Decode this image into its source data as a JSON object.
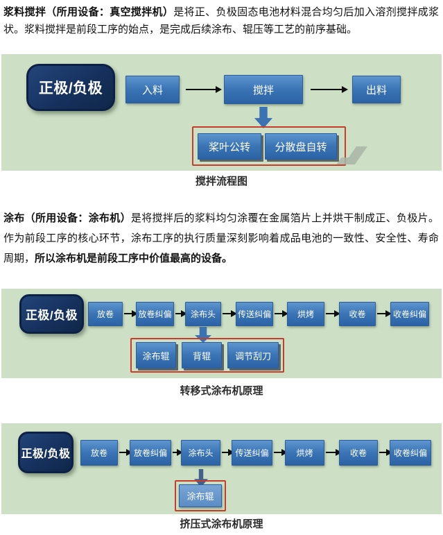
{
  "paragraph1": {
    "bold_lead": "浆料搅拌（所用设备：真空搅拌机）",
    "text": "是将正、负极固态电池材料混合均匀后加入溶剂搅拌成浆状。浆料搅拌是前段工序的始点，是完成后续涂布、辊压等工艺的前序基础。"
  },
  "paragraph2": {
    "bold_lead": "涂布（所用设备：涂布机）",
    "text": "是将搅拌后的浆料均匀涂覆在金属箔片上并烘干制成正、负极片。作为前段工序的核心环节，涂布工序的执行质量深刻影响着成品电池的一致性、安全性、寿命周期，",
    "bold_tail": "所以涂布机是前段工序中价值最高的设备。"
  },
  "diagram1": {
    "source_label": "正极/负极",
    "nodes": [
      "入料",
      "搅拌",
      "出料"
    ],
    "sub_nodes": [
      "桨叶公转",
      "分散盘自转"
    ],
    "caption": "搅拌流程图"
  },
  "diagram2": {
    "source_label": "正极/负极",
    "nodes": [
      "放卷",
      "放卷纠偏",
      "涂布头",
      "传送纠偏",
      "烘烤",
      "收卷",
      "收卷纠偏"
    ],
    "sub_nodes": [
      "涂布辊",
      "背辊",
      "调节刮刀"
    ],
    "caption": "转移式涂布机原理"
  },
  "diagram3": {
    "source_label": "正极/负极",
    "nodes": [
      "放卷",
      "放卷纠偏",
      "涂布头",
      "传送纠偏",
      "烘烤",
      "收卷",
      "收卷纠偏"
    ],
    "sub_nodes": [
      "涂布辊"
    ],
    "caption": "挤压式涂布机原理"
  },
  "colors": {
    "diagram_background": "#cddfc4",
    "node_blue": "#3a74b5",
    "source_navy": "#16315e",
    "highlight_red": "#c43e2b",
    "arrow_black": "#0e0e0e"
  }
}
